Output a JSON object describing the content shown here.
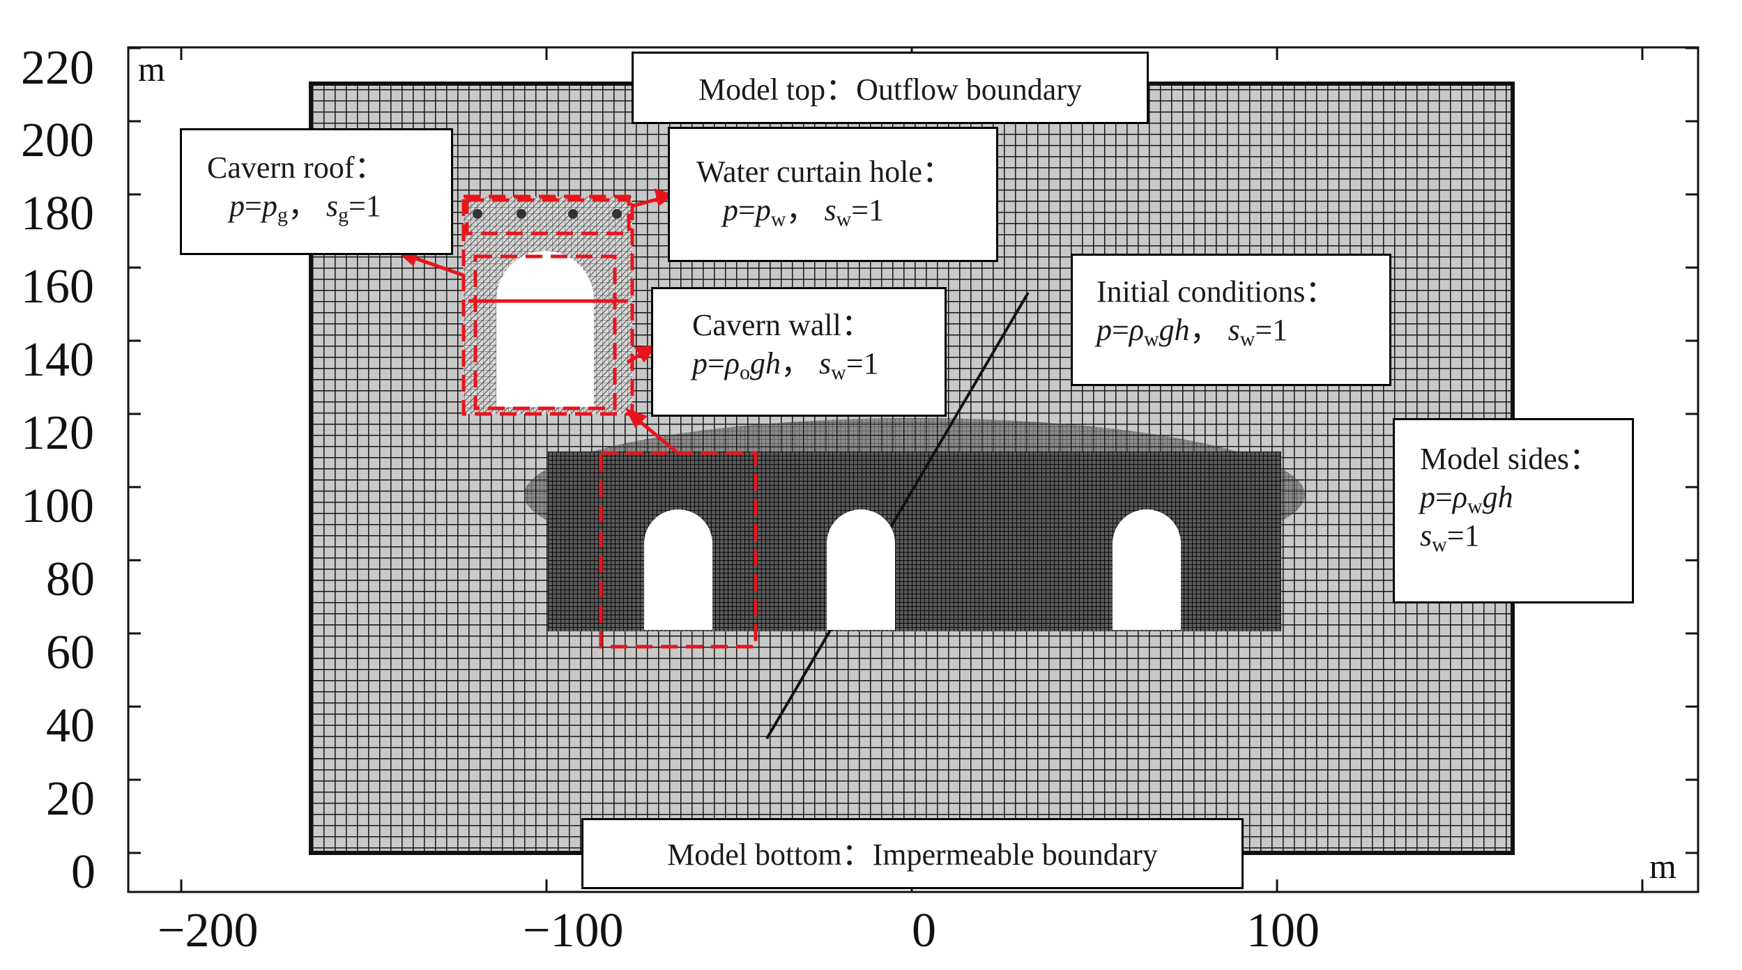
{
  "axes": {
    "x_ticks": [
      "−200",
      "−100",
      "0",
      "100"
    ],
    "y_ticks": [
      "0",
      "20",
      "40",
      "60",
      "80",
      "100",
      "120",
      "140",
      "160",
      "180",
      "200",
      "220"
    ],
    "x_unit": "m",
    "y_unit": "m"
  },
  "colors": {
    "mesh": "#151515",
    "mesh_fill": "#c9c9c9",
    "annotation_red": "#e8141c"
  },
  "annotations": {
    "model_top": "Model top：Outflow boundary",
    "model_bottom": "Model bottom：Impermeable boundary",
    "cavern_roof": {
      "title": "Cavern roof：",
      "p": "p",
      "eq1": "=",
      "pg": "p",
      "pg_sub": "g",
      "sep": "，",
      "s": "s",
      "s_sub": "g",
      "val": "=1"
    },
    "water_curtain": {
      "title": "Water curtain hole：",
      "p": "p",
      "eq1": "=",
      "pw": "p",
      "pw_sub": "w",
      "sep": "，",
      "s": "s",
      "s_sub": "w",
      "val": "=1"
    },
    "cavern_wall": {
      "title": "Cavern wall：",
      "p": "p",
      "eq1": "=",
      "rho": "ρ",
      "rho_sub": "o",
      "gh": "gh",
      "sep": "，",
      "s": "s",
      "s_sub": "w",
      "val": "=1"
    },
    "initial": {
      "title": "Initial conditions：",
      "p": "p",
      "eq1": "=",
      "rho": "ρ",
      "rho_sub": "w",
      "gh": "gh",
      "sep": "，",
      "s": "s",
      "s_sub": "w",
      "val": "=1"
    },
    "sides": {
      "title": "Model sides：",
      "p": "p",
      "eq1": "=",
      "rho": "ρ",
      "rho_sub": "w",
      "gh": "gh",
      "s": "s",
      "s_sub": "w",
      "val": "=1"
    }
  }
}
